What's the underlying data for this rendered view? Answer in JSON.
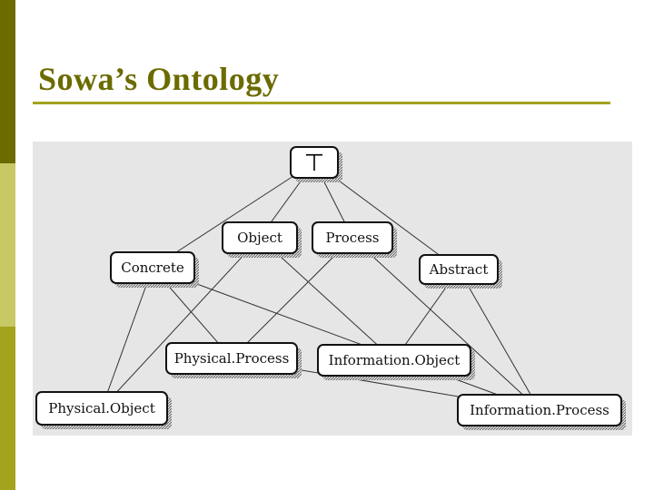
{
  "slide": {
    "title": "Sowa’s Ontology",
    "accent_colors": {
      "dark": "#6b6b00",
      "light": "#c8c864",
      "mid": "#a3a31e"
    }
  },
  "diagram": {
    "nodes": [
      {
        "id": "top",
        "label": "⊤"
      },
      {
        "id": "object",
        "label": "Object"
      },
      {
        "id": "process",
        "label": "Process"
      },
      {
        "id": "concrete",
        "label": "Concrete"
      },
      {
        "id": "abstract",
        "label": "Abstract"
      },
      {
        "id": "physical_process",
        "label": "Physical.Process"
      },
      {
        "id": "information_object",
        "label": "Information.Object"
      },
      {
        "id": "physical_object",
        "label": "Physical.Object"
      },
      {
        "id": "information_process",
        "label": "Information.Process"
      }
    ],
    "edges": [
      [
        "top",
        "object"
      ],
      [
        "top",
        "process"
      ],
      [
        "top",
        "concrete"
      ],
      [
        "top",
        "abstract"
      ],
      [
        "concrete",
        "physical_object"
      ],
      [
        "concrete",
        "physical_process"
      ],
      [
        "concrete",
        "information_process"
      ],
      [
        "object",
        "physical_object"
      ],
      [
        "object",
        "information_object"
      ],
      [
        "process",
        "physical_process"
      ],
      [
        "process",
        "information_process"
      ],
      [
        "abstract",
        "information_object"
      ],
      [
        "abstract",
        "information_process"
      ],
      [
        "physical_process",
        "information_process"
      ]
    ]
  }
}
